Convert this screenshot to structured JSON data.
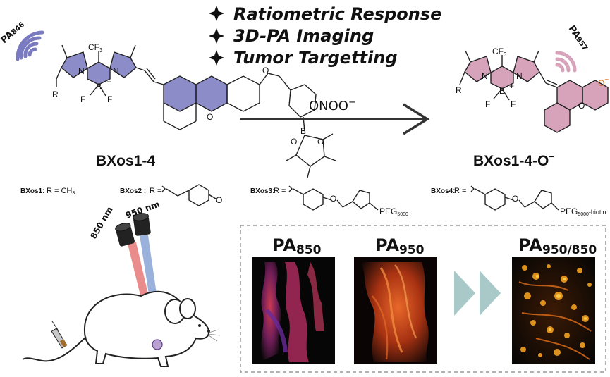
{
  "features": [
    "Ratiometric Response",
    "3D-PA Imaging",
    "Tumor Targetting"
  ],
  "left_signal": {
    "main": "PA",
    "sub": "846"
  },
  "right_signal": {
    "main": "PA",
    "sub": "957"
  },
  "arrow_label": "ONOO",
  "arrow_label_sup": "−",
  "left_compound": "BXos1-4",
  "right_compound": "BXos1-4-O",
  "right_compound_sup": "−",
  "atoms": {
    "cf3": "CF",
    "cf3_sub": "3",
    "n": "N",
    "b": "B",
    "f": "F",
    "r": "R",
    "o": "O",
    "plus": "+",
    "minus": "−"
  },
  "variants": [
    {
      "label": "BXos1:",
      "r": "R = CH",
      "r_sub": "3"
    },
    {
      "label": "BXos2 :",
      "r": "R = ",
      "group": "O"
    },
    {
      "label": "BXos3:",
      "r": "R = ",
      "group": "PEG",
      "group_sub": "5000"
    },
    {
      "label": "BXos4:",
      "r": "R = ",
      "group": "PEG",
      "group_sub": "5000",
      "group_suffix": "-biotin"
    }
  ],
  "wavelengths": [
    "850 nm",
    "950 nm"
  ],
  "pa_panels": [
    {
      "main": "PA",
      "sub": "850"
    },
    {
      "main": "PA",
      "sub": "950"
    },
    {
      "main": "PA",
      "sub": "950/850"
    }
  ],
  "colors": {
    "bodipy_left": "#8c8cc8",
    "bodipy_right": "#d6a3bb",
    "wave_left": "#7a7ac0",
    "wave_right": "#d6a3bb",
    "chevron": "#a9c9c9",
    "red_beam": "#e87878",
    "blue_beam": "#8fa8d8"
  }
}
